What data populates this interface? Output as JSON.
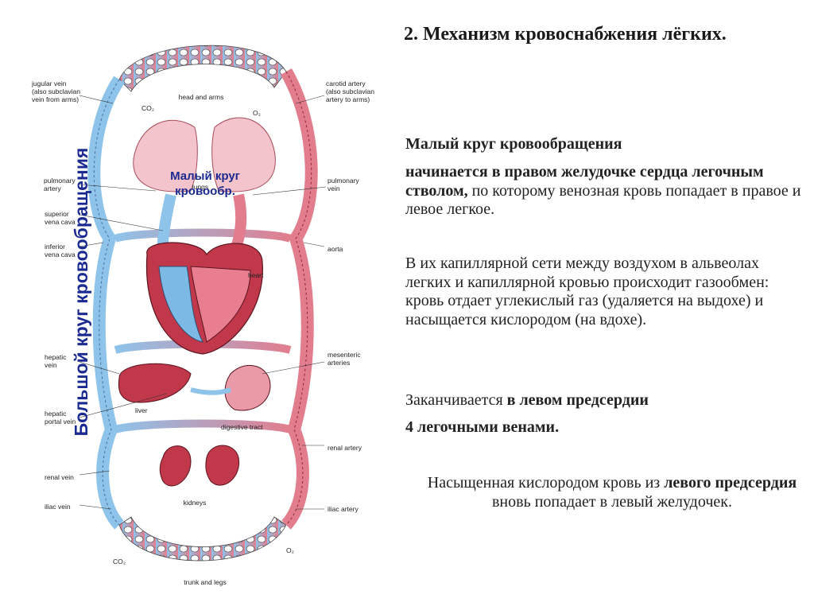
{
  "slide": {
    "title": "2. Механизм  кровоснабжения лёгких.",
    "subtitle": "Малый круг кровообращения",
    "p1_bold": "начинается в правом желудочке сердца легочным стволом,",
    "p1_rest": " по которому венозная кровь попадает в правое и левое легкое.",
    "p2": "В их капиллярной сети между воздухом в альвеолах легких и капиллярной кровью происходит газообмен: кровь отдает углекислый газ (удаляется на выдохе) и насыщается кислородом (на вдохе).",
    "p3_plain": "Заканчивается ",
    "p3_bold": "в левом предсердии",
    "p4_bold": "4 легочными венами.",
    "final_1": "Насыщенная кислородом кровь из ",
    "final_bold": "левого предсердия",
    "final_2": " вновь попадает в левый желудочек."
  },
  "diagram": {
    "side_label": "Большой круг кровообращения",
    "small_circle": "Малый круг кровообр.",
    "labels": {
      "jugular": "jugular vein (also subclavian vein from arms)",
      "carotid": "carotid artery (also subclavian artery to arms)",
      "head_arms": "head and arms",
      "co2_top": "CO₂",
      "o2_top": "O₂",
      "pulm_artery": "pulmonary artery",
      "pulm_vein": "pulmonary vein",
      "lungs": "lungs",
      "sup_vena": "superior vena cava",
      "inf_vena": "inferior vena cava",
      "aorta": "aorta",
      "heart": "heart",
      "hepatic": "hepatic vein",
      "mesenteric": "mesenteric arteries",
      "liver": "liver",
      "hepatic_portal": "hepatic portal vein",
      "digestive": "digestive tract",
      "renal_artery": "renal artery",
      "renal_vein": "renal vein",
      "kidneys": "kidneys",
      "iliac_vein": "iliac vein",
      "iliac_artery": "iliac artery",
      "co2_bottom": "CO₂",
      "o2_bottom": "O₂",
      "trunk_legs": "trunk and legs"
    },
    "colors": {
      "artery": "#e0637a",
      "vein": "#8ec3ea",
      "organ": "#c0384a",
      "label_blue": "#1b2a90"
    }
  }
}
